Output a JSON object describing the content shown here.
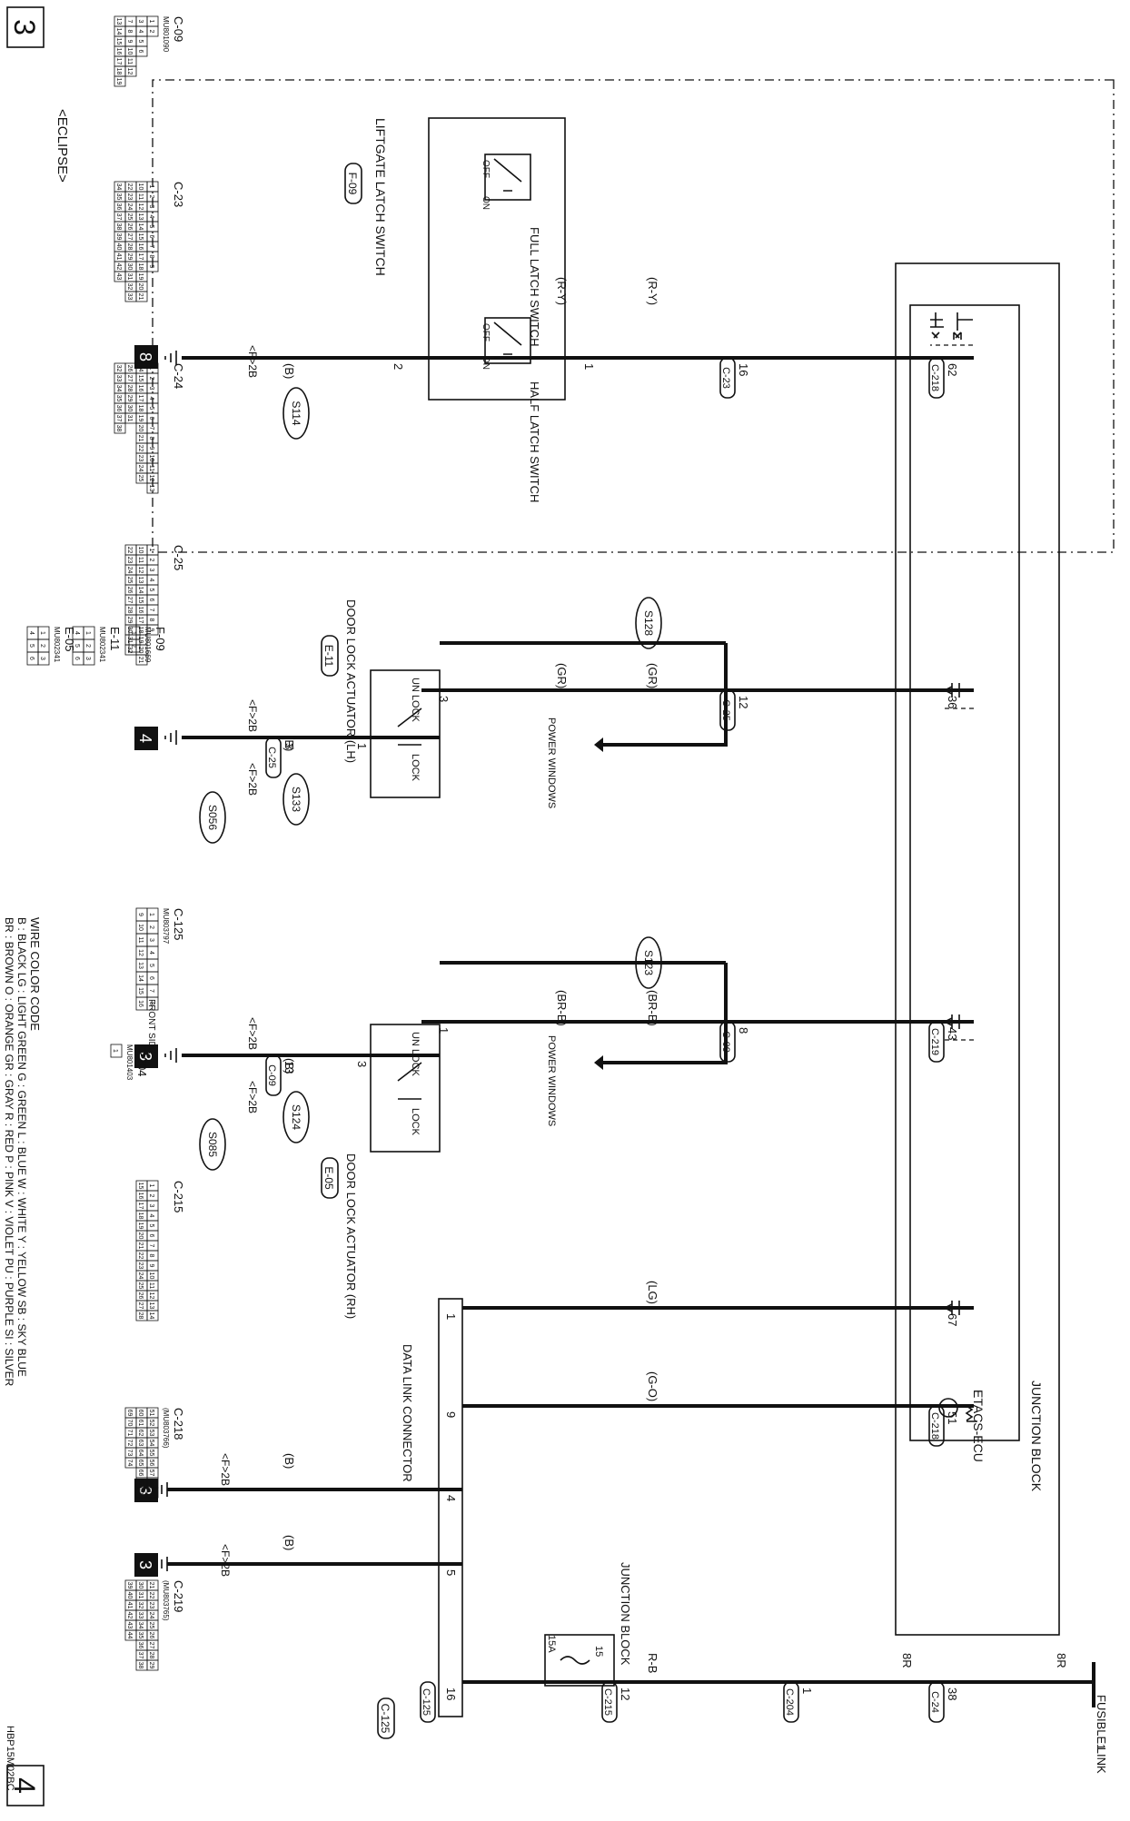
{
  "page_markers": {
    "top": "3",
    "bottom": "4"
  },
  "variant_label": "<ECLIPSE>",
  "fusible_link": {
    "label": "FUSIBLE LINK",
    "num": "1"
  },
  "junction_block": {
    "label": "JUNCTION BLOCK",
    "ecu_label": "ETACS-ECU",
    "fuse_label": "JUNCTION BLOCK",
    "fuse_num": "15",
    "fuse_amp": "15A"
  },
  "liftgate": {
    "name": "LIFTGATE LATCH SWITCH",
    "connector": "F-09",
    "full_latch": "FULL LATCH SWITCH",
    "half_latch": "HALF LATCH SWITCH",
    "off": "OFF",
    "on": "ON"
  },
  "door_lock_lh": {
    "name": "DOOR LOCK ACTUATOR (LH)",
    "connector": "E-11",
    "unlock": "UN LOCK",
    "lock": "LOCK"
  },
  "door_lock_rh": {
    "name": "DOOR LOCK ACTUATOR (RH)",
    "connector": "E-05",
    "unlock": "UN LOCK",
    "lock": "LOCK"
  },
  "data_link": {
    "name": "DATA LINK CONNECTOR",
    "connector": "C-125"
  },
  "power_windows": "POWER WINDOWS",
  "splices": [
    "S114",
    "S128",
    "S133",
    "S056",
    "S123",
    "S124",
    "S085"
  ],
  "wire_colors": [
    "(R-Y)",
    "(R-Y)",
    "(B)",
    "(GR)",
    "(GR)",
    "(B)",
    "(BR-B)",
    "(BR-B)",
    "(B)",
    "(LG)",
    "(G-O)",
    "(B)",
    "(B)",
    "8R",
    "8R",
    "R-B"
  ],
  "grounds": [
    "<F>2B",
    "<F>2B",
    "<F>2B",
    "<F>2B",
    "<F>2B",
    "<F>2B",
    "<F>2B"
  ],
  "ground_markers": [
    "8",
    "4",
    "3",
    "3",
    "3"
  ],
  "pins": {
    "ecu_62": "62",
    "ecu_36": "36",
    "ecu_43": "43",
    "ecu_67": "67",
    "ecu_51": "51",
    "c23_16": "16",
    "c25_12": "12",
    "c09_8": "8",
    "c25_3": "3",
    "c09_13": "13",
    "sw_1": "1",
    "sw_2": "2",
    "lh_3": "3",
    "lh_1": "1",
    "rh_1": "1",
    "rh_3": "3",
    "dlc_1": "1",
    "dlc_9": "9",
    "dlc_4": "4",
    "dlc_5": "5",
    "dlc_16": "16",
    "c24_38": "38",
    "c204_1": "1",
    "c215_12": "12"
  },
  "conn_tags": {
    "ecu_c218_a": "C-218",
    "c23": "C-23",
    "c25_a": "C-25",
    "c25_b": "C-25",
    "ecu_c219": "C-219",
    "c09_a": "C-09",
    "c09_b": "C-09",
    "ecu_c218_b": "C-218",
    "c24": "C-24",
    "c204": "C-204",
    "c215": "C-215",
    "c125": "C-125"
  },
  "connector_views": [
    {
      "name": "C-09",
      "part": "MU801090",
      "rows": [
        [
          "1",
          "2"
        ],
        [
          "3",
          "4",
          "5",
          "6"
        ],
        [
          "7",
          "8",
          "9",
          "10",
          "11",
          "12"
        ],
        [
          "13",
          "14",
          "15",
          "16",
          "17",
          "18",
          "19"
        ]
      ]
    },
    {
      "name": "C-23",
      "part": "",
      "rows": [
        [
          "1",
          "2",
          "3",
          "4",
          "5",
          "6",
          "7",
          "8",
          "9"
        ],
        [
          "10",
          "11",
          "12",
          "13",
          "14",
          "15",
          "16",
          "17",
          "18",
          "19",
          "20",
          "21"
        ],
        [
          "22",
          "23",
          "24",
          "25",
          "26",
          "27",
          "28",
          "29",
          "30",
          "31",
          "32",
          "33"
        ],
        [
          "34",
          "35",
          "36",
          "37",
          "38",
          "39",
          "40",
          "41",
          "42",
          "43"
        ]
      ]
    },
    {
      "name": "C-24",
      "part": "",
      "rows": [
        [
          "1",
          "2",
          "3",
          "4",
          "5",
          "6",
          "7",
          "8",
          "9",
          "10",
          "11",
          "12",
          "13"
        ],
        [
          "14",
          "15",
          "16",
          "17",
          "18",
          "19",
          "20",
          "21",
          "22",
          "23",
          "24",
          "25"
        ],
        [
          "26",
          "27",
          "28",
          "29",
          "30",
          "31"
        ],
        [
          "32",
          "33",
          "34",
          "35",
          "36",
          "37",
          "38"
        ]
      ]
    },
    {
      "name": "C-25",
      "part": "",
      "rows": [
        [
          "1",
          "2",
          "3",
          "4",
          "5",
          "6",
          "7",
          "8",
          "9"
        ],
        [
          "10",
          "11",
          "12",
          "13",
          "14",
          "15",
          "16",
          "17",
          "18",
          "19",
          "20",
          "21"
        ],
        [
          "22",
          "23",
          "24",
          "25",
          "26",
          "27",
          "28",
          "29",
          "30",
          "31",
          "32"
        ]
      ]
    },
    {
      "name": "E-05",
      "part": "MU802341",
      "rows": [
        [
          "1",
          "2",
          "3"
        ],
        [
          "4",
          "5",
          "6"
        ]
      ]
    },
    {
      "name": "E-11",
      "part": "MU802341",
      "rows": [
        [
          "1",
          "2",
          "3"
        ],
        [
          "4",
          "5",
          "6"
        ]
      ]
    },
    {
      "name": "F-09",
      "part": "MU801669",
      "rows": [
        [
          "1",
          "2"
        ]
      ]
    },
    {
      "name": "C-125",
      "part": "MU803797",
      "rows": [
        [
          "1",
          "2",
          "3",
          "4",
          "5",
          "6",
          "7",
          "8"
        ],
        [
          "9",
          "10",
          "11",
          "12",
          "13",
          "14",
          "15",
          "16"
        ]
      ],
      "note": "FRONT SIDE"
    },
    {
      "name": "C-204",
      "part": "MU801403",
      "rows": [
        [
          "1"
        ]
      ]
    },
    {
      "name": "C-215",
      "part": "",
      "rows": [
        [
          "1",
          "2",
          "3",
          "4",
          "5",
          "6",
          "7",
          "8",
          "9",
          "10",
          "11",
          "12",
          "13",
          "14"
        ],
        [
          "15",
          "16",
          "17",
          "18",
          "19",
          "20",
          "21",
          "22",
          "23",
          "24",
          "25",
          "26",
          "27",
          "28"
        ]
      ]
    },
    {
      "name": "C-218",
      "part": "(MU803766)",
      "rows": [
        [
          "51",
          "52",
          "53",
          "54",
          "55",
          "56",
          "57",
          "58",
          "59"
        ],
        [
          "60",
          "61",
          "62",
          "63",
          "64",
          "65",
          "66",
          "67",
          "68"
        ],
        [
          "69",
          "70",
          "71",
          "72",
          "73",
          "74"
        ]
      ]
    },
    {
      "name": "C-219",
      "part": "(MU803765)",
      "rows": [
        [
          "21",
          "22",
          "23",
          "24",
          "25",
          "26",
          "27",
          "28",
          "29"
        ],
        [
          "30",
          "31",
          "32",
          "33",
          "34",
          "35",
          "36",
          "37",
          "38"
        ],
        [
          "39",
          "40",
          "41",
          "42",
          "43",
          "44"
        ]
      ]
    }
  ],
  "color_code": {
    "title": "WIRE COLOR CODE",
    "lines": [
      "B : BLACK   LG : LIGHT GREEN   G : GREEN   L : BLUE   W : WHITE   Y : YELLOW   SB : SKY BLUE",
      "BR : BROWN   O : ORANGE   GR : GRAY   R : RED   P : PINK   V : VIOLET   PU : PURPLE   SI : SILVER"
    ]
  },
  "diagram_code": "HBP15M02BC"
}
